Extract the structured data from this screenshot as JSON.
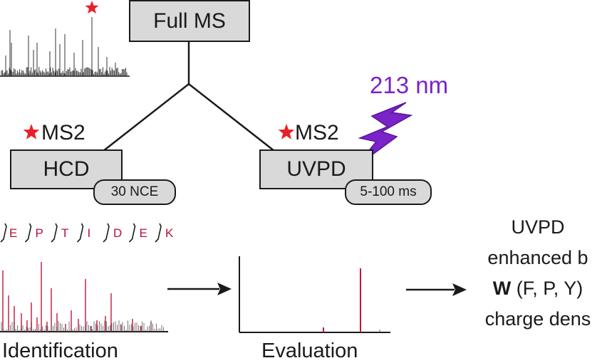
{
  "workflow": {
    "full_ms_label": "Full MS",
    "left_branch": {
      "star_label": "MS2",
      "box_label": "HCD",
      "pill_label": "30 NCE"
    },
    "right_branch": {
      "star_label": "MS2",
      "box_label": "UVPD",
      "pill_label": "5-100 ms",
      "wavelength_label": "213 nm"
    },
    "sequence_letters": [
      "E",
      "P",
      "T",
      "I",
      "D",
      "E",
      "K"
    ],
    "identification_label": "Identification",
    "evaluation_label": "Evaluation",
    "summary": {
      "line1": "UVPD",
      "line2": "enhanced b",
      "line3_bold": "W",
      "line3_rest": " (F, P, Y)",
      "line4": "charge dens"
    }
  },
  "colors": {
    "box_fill": "#d9d9d9",
    "stroke": "#1a1a1a",
    "star": "#e8202a",
    "lightning": "#7a23c9",
    "sequence": "#b3123b",
    "peak_red": "#c0163a"
  },
  "icons": [
    "star-icon",
    "lightning-bolt-icon",
    "arrow-right-icon"
  ]
}
